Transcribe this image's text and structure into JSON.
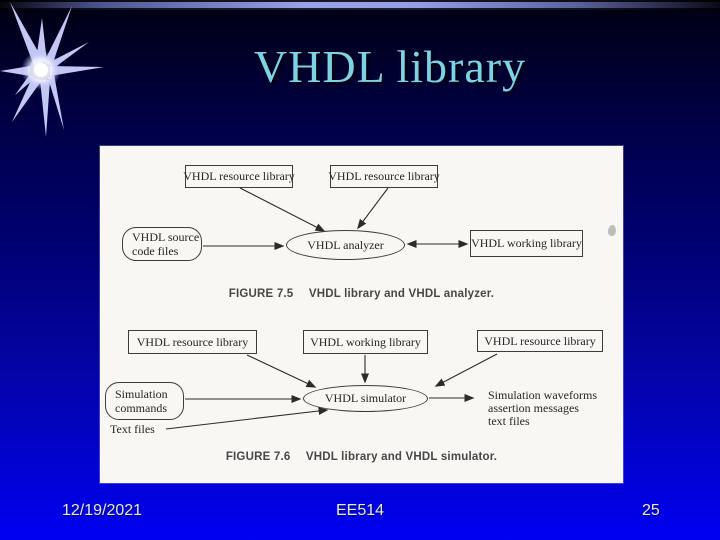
{
  "slide": {
    "title": "VHDL library",
    "footer": {
      "date": "12/19/2021",
      "course": "EE514",
      "page": "25"
    }
  },
  "icons": {
    "star_logo": "starburst-logo",
    "smudge": "scan-smudge"
  },
  "colors": {
    "title_text": "#7dd2e4",
    "background_top": "#000010",
    "background_bottom": "#0000f2",
    "stripe_teal": "#2ccabb",
    "stripe_lavender": "#99a0e8",
    "panel_background": "#f8f7f4",
    "diagram_ink": "#2b2b2b"
  },
  "fig75": {
    "resource_lib_1": "VHDL resource library",
    "resource_lib_2": "VHDL resource library",
    "source_files_line1": "VHDL source",
    "source_files_line2": "code files",
    "analyzer": "VHDL analyzer",
    "working_lib": "VHDL working library",
    "caption_label": "FIGURE 7.5",
    "caption_text": "VHDL library and VHDL analyzer."
  },
  "fig76": {
    "resource_lib_left": "VHDL resource library",
    "working_lib": "VHDL working library",
    "resource_lib_right": "VHDL resource library",
    "sim_commands_line1": "Simulation",
    "sim_commands_line2": "commands",
    "text_files": "Text files",
    "simulator": "VHDL simulator",
    "output_line1": "Simulation waveforms",
    "output_line2": "assertion messages",
    "output_line3": "text files",
    "caption_label": "FIGURE 7.6",
    "caption_text": "VHDL library and VHDL simulator."
  }
}
